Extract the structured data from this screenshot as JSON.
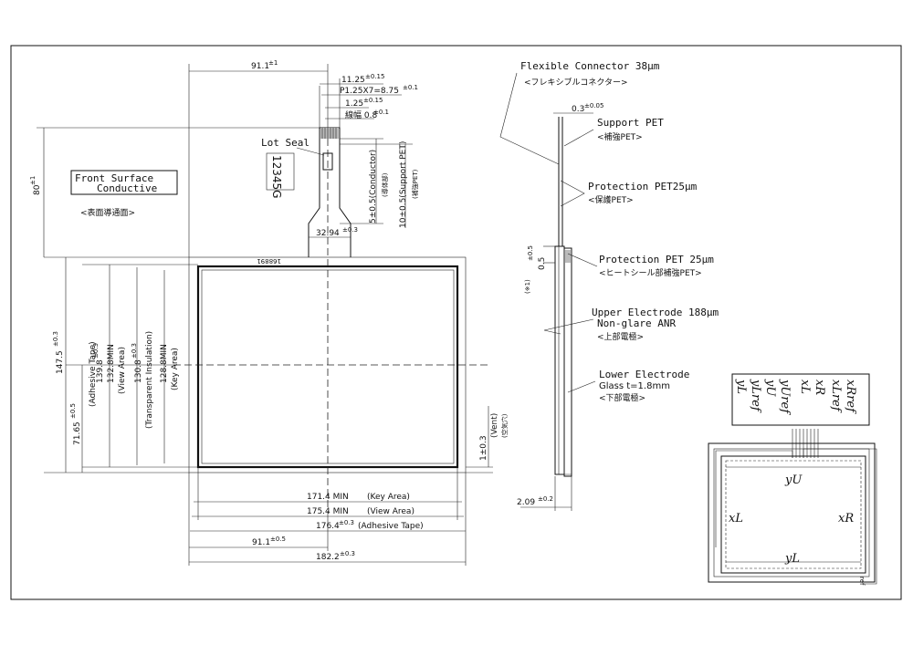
{
  "front": {
    "title1": "Front Surface",
    "title2": "Conductive",
    "jp": "<表面導通面>",
    "lot_seal": "Lot Seal",
    "lot_no": "12345G",
    "stamp": "168891"
  },
  "dims": {
    "d91_top": "91.1",
    "d91_top_tol": "±1",
    "d11": "11.25",
    "d11_tol": "±0.15",
    "pitch": "P1.25X7=8.75",
    "pitch_tol": "±0.1",
    "d125": "1.25",
    "d125_tol": "±0.15",
    "width08": "線幅 0.8",
    "width08_tol": "±0.1",
    "d80": "80",
    "d80_tol": "±1",
    "conductor": "5±0.5(Conductor)",
    "conductor_jp": "(導体部)",
    "support": "10±0.5(Support PET)",
    "support_jp": "(補強PET)",
    "d3294": "32.94",
    "d3294_tol": "±0.3",
    "h1475": "147.5",
    "h1475_tol": "±0.3",
    "h1398": "139.8",
    "h1398_tol": "±0.3",
    "h1398_lbl": "(Adhesive Tape)",
    "h1328": "132.8MIN",
    "h1328_lbl": "(View Area)",
    "h1308": "130.8",
    "h1308_tol": "±0.3",
    "h1308_lbl": "(Transparent Insulation)",
    "h1288": "128.8MIN",
    "h1288_lbl": "(Key Area)",
    "h7165": "71.65",
    "h7165_tol": "±0.5",
    "vent": "1±0.3",
    "vent_lbl": "(Vent)",
    "vent_jp": "(空気穴)",
    "w1714": "171.4 MIN",
    "w1714_lbl": "(Key Area)",
    "w1754": "175.4 MIN",
    "w1754_lbl": "(View Area)",
    "w1764": "176.4",
    "w1764_tol": "±0.3",
    "w1764_lbl": "(Adhesive Tape)",
    "w911": "91.1",
    "w911_tol": "±0.5",
    "w1822": "182.2",
    "w1822_tol": "±0.3"
  },
  "side": {
    "fc": "Flexible Connector 38μm",
    "fc_jp": "<フレキシブルコネクター>",
    "d03": "0.3",
    "d03_tol": "±0.05",
    "support_pet": "Support PET",
    "support_pet_jp": "<補強PET>",
    "prot1": "Protection PET25μm",
    "prot1_jp": "<保護PET>",
    "prot2": "Protection PET 25μm",
    "prot2_jp": "<ヒートシール部補強PET>",
    "d05": "0.5",
    "d05_tol": "±0.5",
    "note1": "(※1)",
    "upper": "Upper Electrode 188μm",
    "upper2": "Non-glare ANR",
    "upper_jp": "<上部電極>",
    "lower": "Lower Electrode",
    "lower2": "Glass t=1.8mm",
    "lower_jp": "<下部電極>",
    "d209": "2.09",
    "d209_tol": "±0.2"
  },
  "circuit": {
    "pins": [
      "xR",
      "xL",
      "yU",
      "yL"
    ],
    "pins_ref": [
      "xRref",
      "xLref",
      "yUref",
      "yLref"
    ],
    "yU": "yU",
    "yL": "yL",
    "xL": "xL",
    "xR": "xR",
    "ref": "ref"
  },
  "colors": {
    "line": "#111111",
    "background": "#ffffff"
  }
}
